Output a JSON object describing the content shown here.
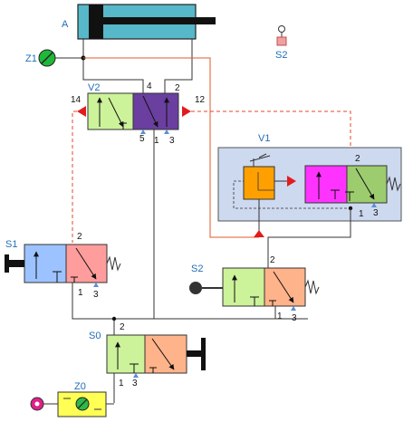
{
  "labels": {
    "cylinder": "A",
    "z1": "Z1",
    "v2": "V2",
    "v1": "V1",
    "s1": "S1",
    "s2_sensor": "S2",
    "s2_valve": "S2",
    "s0": "S0",
    "z0": "Z0"
  },
  "ports": {
    "v2_left_pilot": "14",
    "v2_right_pilot": "12",
    "v2_top_4": "4",
    "v2_top_2": "2",
    "v2_bottom_5": "5",
    "v2_bottom_1": "1",
    "v2_bottom_3": "3",
    "v1_top_2": "2",
    "v1_bottom_1": "1",
    "v1_bottom_3": "3",
    "s1_top_2": "2",
    "s1_bottom_1": "1",
    "s1_bottom_3": "3",
    "s2_top_2": "2",
    "s2_bottom_1": "1",
    "s2_bottom_3": "3",
    "s0_top_2": "2",
    "s0_bottom_1": "1",
    "s0_bottom_3": "3"
  },
  "colors": {
    "cylinder": "#56b8c8",
    "valve_green": "#ccf29a",
    "valve_purple": "#6a3fa0",
    "valve_magenta": "#ff33ff",
    "valve_olive": "#9ccc6e",
    "valve_blue": "#9cc3ff",
    "valve_red": "#ff9c9c",
    "valve_peach": "#ffb38a",
    "timer_orange": "#ffa000",
    "v1_panel": "#cdd9ef",
    "pilot_red": "#e04a2a",
    "pilot_arrow": "#e21c1c",
    "label_blue": "#1f6fb5",
    "z1_green": "#1fb83a",
    "z0_yellow": "#ffff55",
    "z0_pink": "#e0208a",
    "s2_sensor": "#f0a0a0"
  }
}
